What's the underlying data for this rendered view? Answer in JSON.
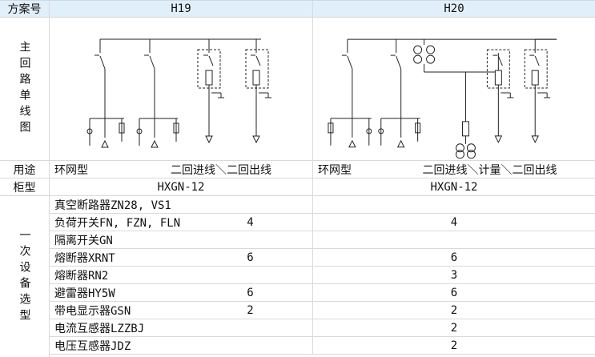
{
  "header": {
    "scheme": "方案号",
    "h19": "H19",
    "h20": "H20"
  },
  "diagram_label": "主回路单线图",
  "usage": {
    "label": "用途",
    "h19_a": "环网型",
    "h19_b": "二回进线＼二回出线",
    "h20_a": "环网型",
    "h20_b": "二回进线＼计量＼二回出线"
  },
  "cabinet": {
    "label": "柜型",
    "h19": "HXGN-12",
    "h20": "HXGN-12"
  },
  "selection_label": "一次设备选型",
  "equipment": [
    {
      "name": "真空断路器ZN28, VS1",
      "h19": "",
      "h20": ""
    },
    {
      "name": "负荷开关FN, FZN, FLN",
      "h19": "4",
      "h20": "4"
    },
    {
      "name": "隔离开关GN",
      "h19": "",
      "h20": ""
    },
    {
      "name": "熔断器XRNT",
      "h19": "6",
      "h20": "6"
    },
    {
      "name": "熔断器RN2",
      "h19": "",
      "h20": "3"
    },
    {
      "name": "避雷器HY5W",
      "h19": "6",
      "h20": "6"
    },
    {
      "name": "带电显示器GSN",
      "h19": "2",
      "h20": "2"
    },
    {
      "name": "电流互感器LZZBJ",
      "h19": "",
      "h20": "2"
    },
    {
      "name": "电压互感器JDZ",
      "h19": "",
      "h20": "2"
    }
  ]
}
